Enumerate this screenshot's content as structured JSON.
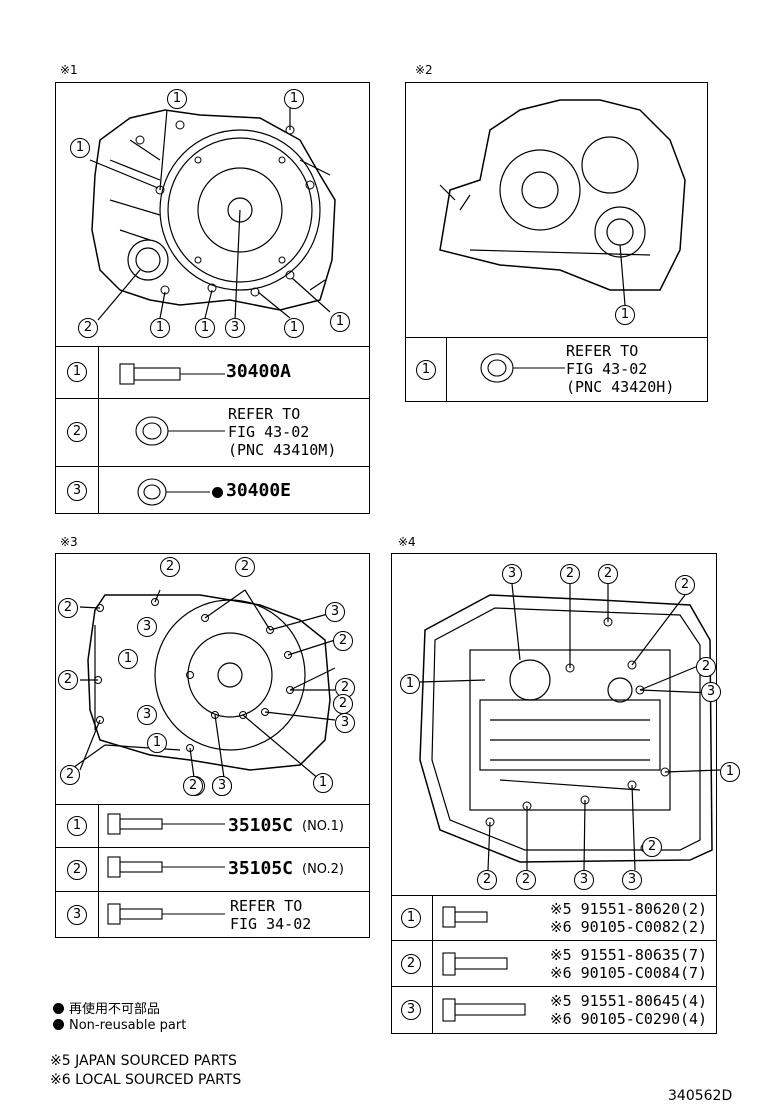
{
  "sections": {
    "s1": {
      "label": "※1",
      "callouts": [
        "1",
        "1",
        "1",
        "2",
        "1",
        "1",
        "3",
        "1",
        "1"
      ],
      "rows": [
        {
          "idx": "1",
          "pn": "30400A"
        },
        {
          "idx": "2",
          "ref": [
            "REFER TO",
            "FIG 43-02",
            "(PNC 43410M)"
          ]
        },
        {
          "idx": "3",
          "pn": "30400E",
          "non_reusable": true
        }
      ]
    },
    "s2": {
      "label": "※2",
      "callouts": [
        "1"
      ],
      "rows": [
        {
          "idx": "1",
          "ref": [
            "REFER TO",
            "FIG 43-02",
            "(PNC 43420H)"
          ]
        }
      ]
    },
    "s3": {
      "label": "※3",
      "callouts": [
        "2",
        "2",
        "2",
        "2",
        "3",
        "1",
        "3",
        "2",
        "3",
        "2",
        "2",
        "3",
        "3",
        "2",
        "1",
        "2",
        "3",
        "1",
        "2"
      ],
      "rows": [
        {
          "idx": "1",
          "pn": "35105C",
          "sub": "(NO.1)"
        },
        {
          "idx": "2",
          "pn": "35105C",
          "sub": "(NO.2)"
        },
        {
          "idx": "3",
          "ref": [
            "REFER TO",
            "FIG 34-02"
          ]
        }
      ]
    },
    "s4": {
      "label": "※4",
      "callouts": [
        "3",
        "2",
        "2",
        "2",
        "1",
        "2",
        "3",
        "1",
        "2",
        "2",
        "3",
        "3",
        "2"
      ],
      "rows": [
        {
          "idx": "1",
          "lines": [
            {
              "mark": "※5",
              "text": "91551-80620(2)"
            },
            {
              "mark": "※6",
              "text": "90105-C0082(2)"
            }
          ]
        },
        {
          "idx": "2",
          "lines": [
            {
              "mark": "※5",
              "text": "91551-80635(7)"
            },
            {
              "mark": "※6",
              "text": "90105-C0084(7)"
            }
          ]
        },
        {
          "idx": "3",
          "lines": [
            {
              "mark": "※5",
              "text": "91551-80645(4)"
            },
            {
              "mark": "※6",
              "text": "90105-C0290(4)"
            }
          ]
        }
      ]
    }
  },
  "legend": {
    "non_reusable_ja": "再使用不可部品",
    "non_reusable_en": "Non-reusable part"
  },
  "footnotes": [
    "※5 JAPAN SOURCED PARTS",
    "※6 LOCAL SOURCED PARTS"
  ],
  "figure_id": "340562D"
}
